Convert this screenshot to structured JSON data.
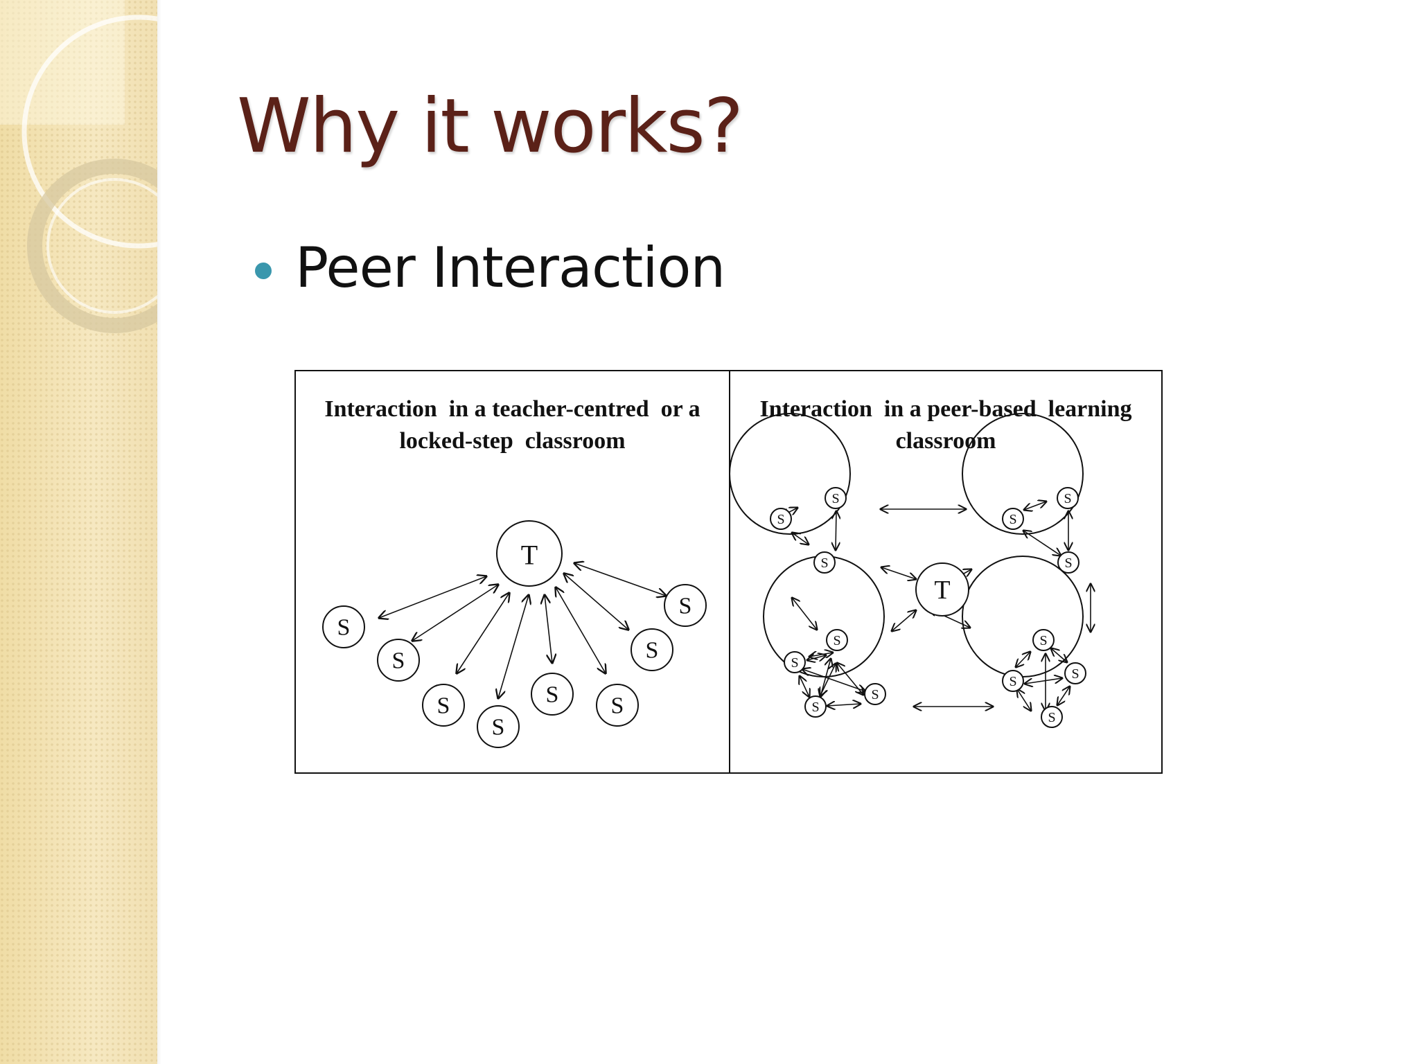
{
  "slide": {
    "title": "Why it works?",
    "bullet": "Peer Interaction",
    "colors": {
      "title": "#5b2118",
      "bullet": "#3a97ad",
      "side_panel": "#f3e3b3"
    }
  },
  "figure": {
    "left_panel": {
      "title_line1": "Interaction  in a teacher-centred  or a",
      "title_line2": "locked-step  classroom",
      "teacher_label": "T",
      "student_label": "S"
    },
    "right_panel": {
      "title_line1": "Interaction  in a peer-based  learning",
      "title_line2": "classroom",
      "teacher_label": "T",
      "student_label": "S"
    }
  }
}
